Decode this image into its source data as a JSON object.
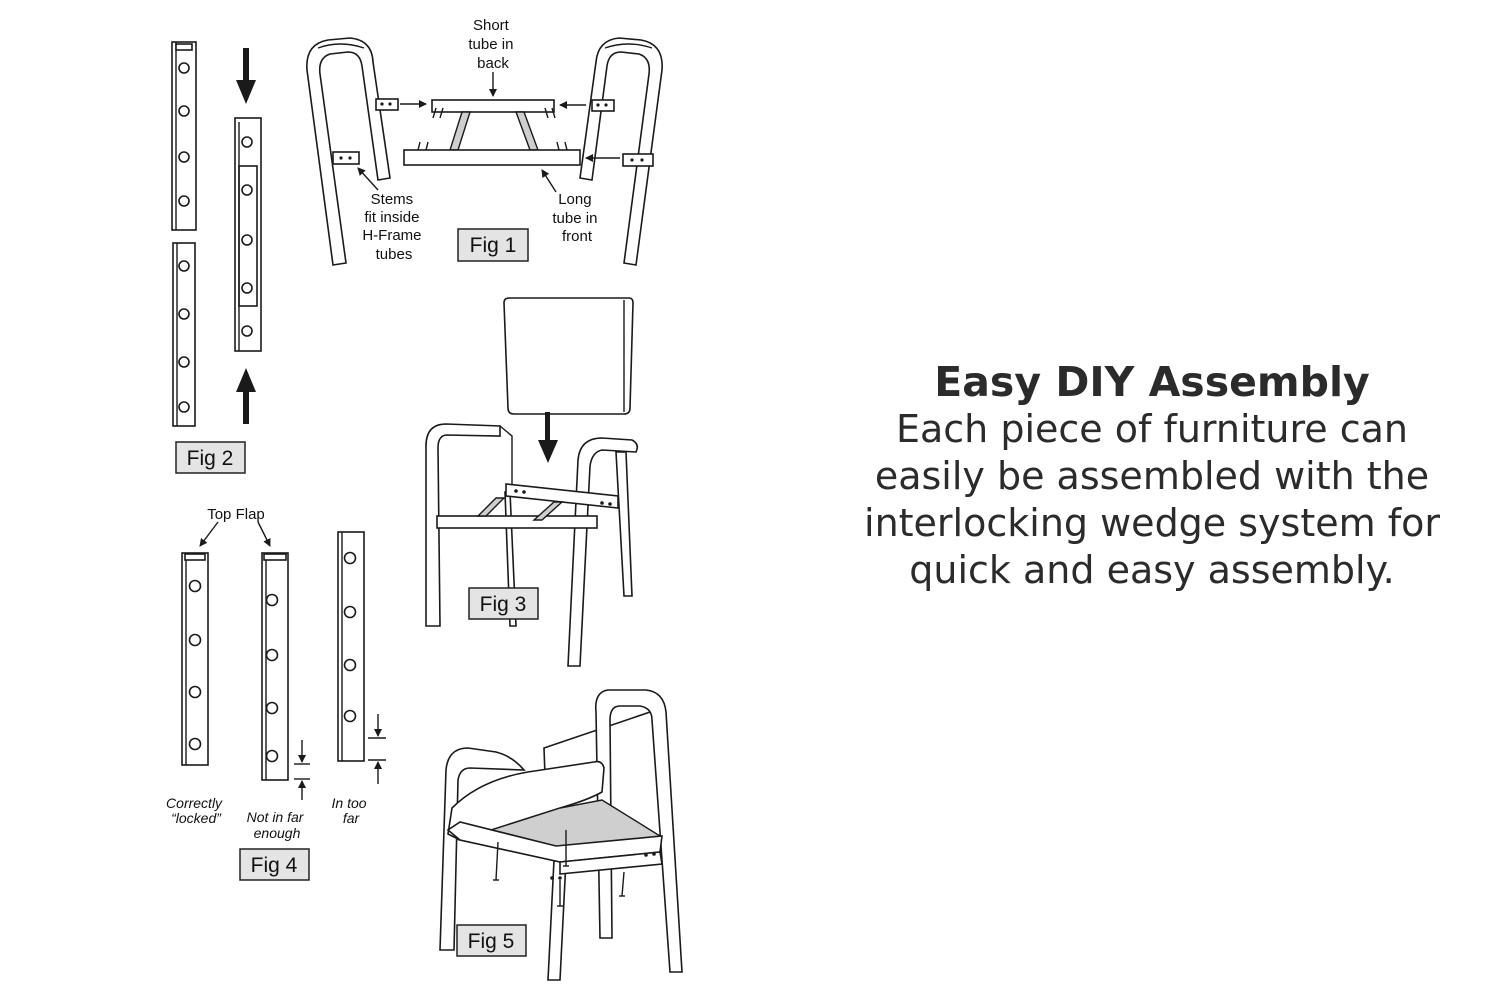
{
  "headline": "Easy DIY Assembly",
  "body": "Each piece of furniture can easily be assembled with the interlocking wedge system for quick and easy assembly.",
  "figures": {
    "fig1": {
      "label": "Fig 1",
      "short_tube": [
        "Short",
        "tube in",
        "back"
      ],
      "stems": [
        "Stems",
        "fit inside",
        "H-Frame",
        "tubes"
      ],
      "long_tube": [
        "Long",
        "tube in",
        "front"
      ]
    },
    "fig2": {
      "label": "Fig 2"
    },
    "fig3": {
      "label": "Fig 3"
    },
    "fig4": {
      "label": "Fig 4",
      "top_flap": "Top Flap",
      "correct": [
        "Correctly",
        "“locked”"
      ],
      "not_far": [
        "Not in far",
        "enough"
      ],
      "too_far": [
        "In too",
        "far"
      ]
    },
    "fig5": {
      "label": "Fig 5"
    }
  }
}
